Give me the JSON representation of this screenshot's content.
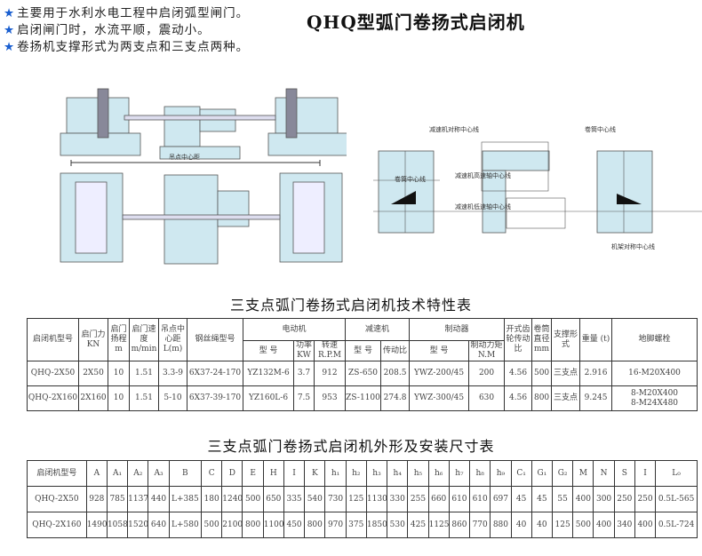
{
  "bullets": [
    "主要用于水利水电工程中启闭弧型闸门。",
    "启闭闸门时，水流平顺，震动小。",
    "卷扬机支撑形式为两支点和三支点两种。"
  ],
  "title": "QHQ型弧门卷扬式启闭机",
  "drawings": {
    "front_label": "吊点中心距",
    "side_labels": {
      "reducer_sym": "减速机对称中心线",
      "drum_center_right": "卷筒中心线",
      "drum_center_left": "卷筒中心线",
      "high_speed": "减速机高速轴中心线",
      "low_speed": "减速机低速轴中心线",
      "frame_sym": "机架对称中心线"
    }
  },
  "table1": {
    "title": "三支点弧门卷扬式启闭机技术特性表",
    "headers": {
      "model": "启闭机型号",
      "force": "启门力 KN",
      "lift": "启门扬程 m",
      "speed": "启门速度 m/min",
      "span": "吊点中心距 L(m)",
      "rope": "钢丝绳型号",
      "motor": "电动机",
      "motor_model": "型 号",
      "motor_power": "功率 KW",
      "motor_rpm": "转速 R.P.M",
      "reducer": "减速机",
      "reducer_model": "型 号",
      "reducer_ratio": "传动比",
      "brake": "制动器",
      "brake_model": "型 号",
      "brake_torque": "制动力矩 N.M",
      "open_gear": "开式齿轮传动比",
      "drum": "卷筒直径 mm",
      "support": "支撑形式",
      "weight": "重量 (t)",
      "bolts": "地脚螺栓"
    },
    "rows": [
      [
        "QHQ-2X50",
        "2X50",
        "10",
        "1.51",
        "3.3-9",
        "6X37-24-170",
        "YZ132M-6",
        "3.7",
        "912",
        "ZS-650",
        "208.5",
        "YWZ-200/45",
        "200",
        "4.56",
        "500",
        "三支点",
        "2.916",
        "16-M20X400"
      ],
      [
        "QHQ-2X160",
        "2X160",
        "10",
        "1.51",
        "5-10",
        "6X37-39-170",
        "YZ160L-6",
        "7.5",
        "953",
        "ZS-1100",
        "274.8",
        "YWZ-300/45",
        "630",
        "4.56",
        "800",
        "三支点",
        "9.245",
        "8-M20X400\n8-M24X480"
      ]
    ]
  },
  "table2": {
    "title": "三支点弧门卷扬式启闭机外形及安装尺寸表",
    "headers": [
      "启闭机型号",
      "A",
      "A₁",
      "A₂",
      "A₃",
      "B",
      "C",
      "D",
      "E",
      "H",
      "I",
      "K",
      "h₁",
      "h₂",
      "h₃",
      "h₄",
      "h₅",
      "h₆",
      "h₇",
      "h₈",
      "h₉",
      "C₁",
      "G₁",
      "G₂",
      "M",
      "N",
      "S",
      "I",
      "L₀"
    ],
    "rows": [
      [
        "QHQ-2X50",
        "928",
        "785",
        "1137",
        "440",
        "L+385",
        "180",
        "1240",
        "500",
        "650",
        "335",
        "540",
        "730",
        "125",
        "1130",
        "330",
        "255",
        "660",
        "610",
        "610",
        "697",
        "45",
        "45",
        "55",
        "400",
        "300",
        "250",
        "250",
        "0.5L-565"
      ],
      [
        "QHQ-2X160",
        "1490",
        "1058",
        "1520",
        "640",
        "L+580",
        "500",
        "2100",
        "800",
        "1100",
        "450",
        "800",
        "970",
        "375",
        "1850",
        "530",
        "425",
        "1125",
        "860",
        "770",
        "880",
        "40",
        "40",
        "125",
        "500",
        "400",
        "340",
        "400",
        "0.5L-724"
      ]
    ]
  },
  "colors": {
    "star": "#1a5fd0",
    "fill": "#cfe8f0",
    "line": "#333333"
  }
}
